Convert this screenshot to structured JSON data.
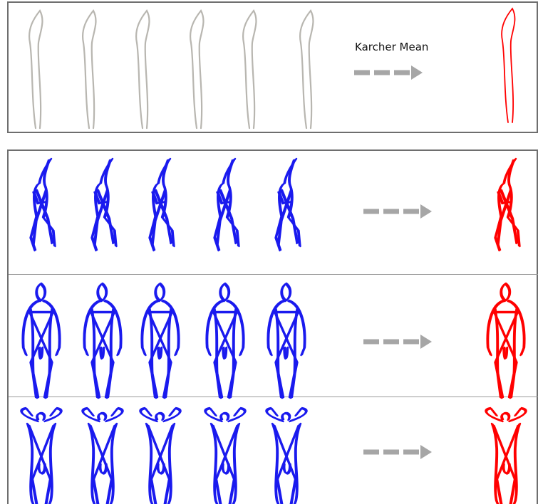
{
  "top_panel": {
    "label": "Karcher Mean",
    "sample_count": 6,
    "sample_color": "#b8b6b0",
    "mean_color": "#ff0000",
    "shape": "curve"
  },
  "bottom_panel": {
    "rows": [
      {
        "pose": "walking",
        "sample_count": 5
      },
      {
        "pose": "standing",
        "sample_count": 5
      },
      {
        "pose": "arms-raised",
        "sample_count": 5
      }
    ],
    "sample_color": "#1a1aee",
    "mean_color": "#ff0000"
  },
  "arrow_color": "#a6a6a6"
}
